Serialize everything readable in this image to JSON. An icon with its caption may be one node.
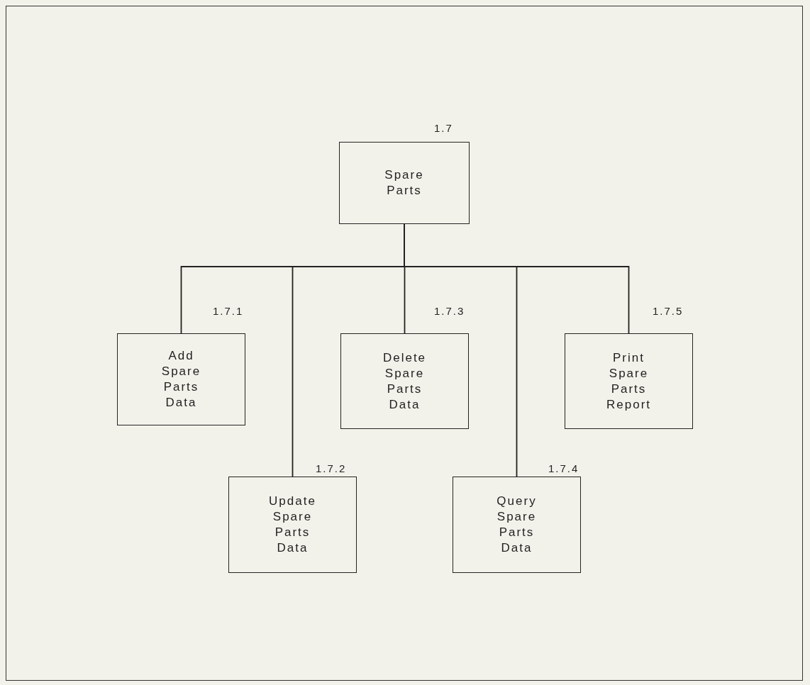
{
  "diagram": {
    "nodes": [
      {
        "text": [
          "Spare Parts"
        ],
        "beside": [
          "1.7"
        ]
      },
      {
        "text": [
          "Add Spare Parts Data"
        ],
        "beside": [
          "1.7.1"
        ]
      },
      {
        "text": [
          "Update Spare Parts Data"
        ],
        "beside": [
          "1.7.2"
        ]
      },
      {
        "text": [
          "Delete Spare Parts Data"
        ],
        "beside": [
          "1.7.3"
        ]
      },
      {
        "text": [
          "Query Spare Parts Data"
        ],
        "beside": [
          "1.7.4"
        ]
      },
      {
        "text": [
          "Print Spare Parts Report"
        ],
        "beside": [
          "1.7.5"
        ]
      }
    ],
    "edges": [
      {
        "from": 0,
        "to": 1,
        "arrow": "none"
      },
      {
        "from": 0,
        "to": 2,
        "arrow": "none"
      },
      {
        "from": 0,
        "to": 3,
        "arrow": "none"
      },
      {
        "from": 0,
        "to": 4,
        "arrow": "none"
      },
      {
        "from": 0,
        "to": 5,
        "arrow": "none"
      }
    ]
  }
}
